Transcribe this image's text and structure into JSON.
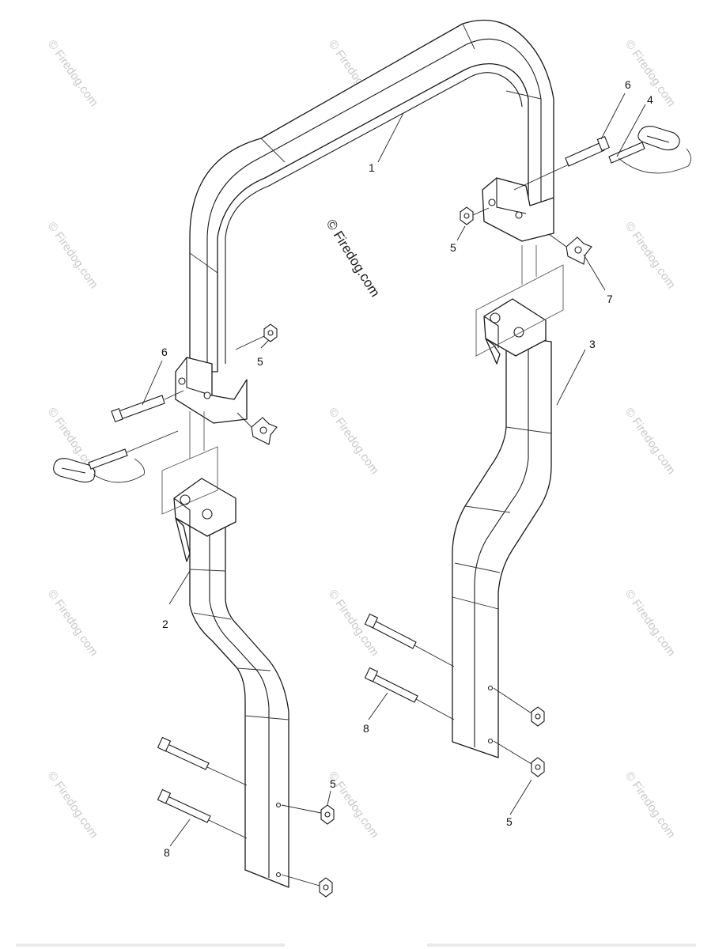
{
  "watermark": {
    "center_text": "© Firedog.com",
    "tile_text": "© Firedog.com"
  },
  "callouts": [
    {
      "id": "c1",
      "label": "1"
    },
    {
      "id": "c2",
      "label": "2"
    },
    {
      "id": "c3",
      "label": "3"
    },
    {
      "id": "c4",
      "label": "4"
    },
    {
      "id": "c5a",
      "label": "5"
    },
    {
      "id": "c5b",
      "label": "5"
    },
    {
      "id": "c5c",
      "label": "5"
    },
    {
      "id": "c5d",
      "label": "5"
    },
    {
      "id": "c6a",
      "label": "6"
    },
    {
      "id": "c6b",
      "label": "6"
    },
    {
      "id": "c7",
      "label": "7"
    },
    {
      "id": "c8a",
      "label": "8"
    },
    {
      "id": "c8b",
      "label": "8"
    }
  ]
}
